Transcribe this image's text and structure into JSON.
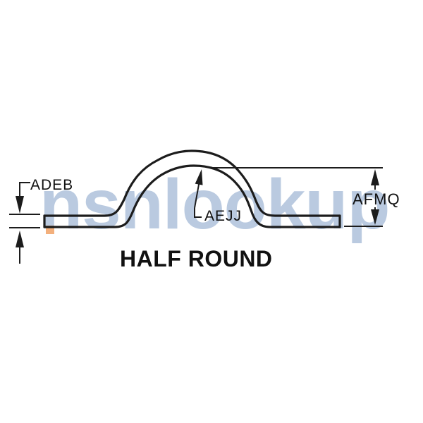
{
  "diagram": {
    "caption": "HALF ROUND",
    "dimensions": {
      "thickness_label": "ADEB",
      "inner_arc_label": "AEJJ",
      "height_label": "AFMQ"
    },
    "watermark": {
      "text": "nsnlookup",
      "blue": "#a9bed9",
      "orange": "#ef9552"
    },
    "colors": {
      "line": "#1c1c1c",
      "label_text": "#111111",
      "background": "#ffffff"
    }
  }
}
